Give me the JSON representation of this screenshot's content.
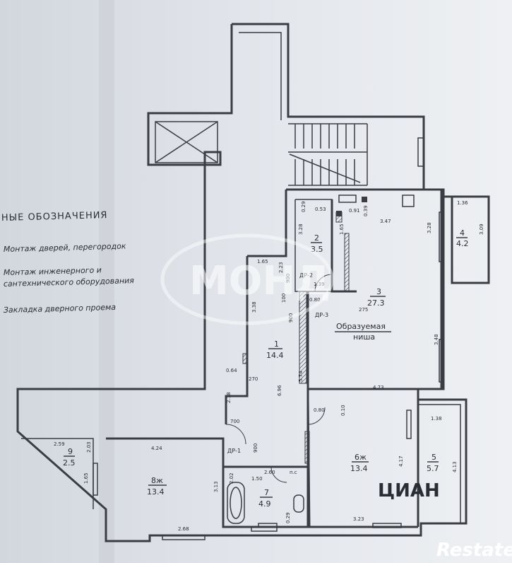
{
  "legend": {
    "title": "НЫЕ ОБОЗНАЧЕНИЯ",
    "items": [
      "Монтаж дверей, перегородок",
      "Монтаж инженерного и",
      "сантехнического оборудования",
      "Закладка дверного проема"
    ]
  },
  "rooms": [
    {
      "no": "1",
      "area": "14.4"
    },
    {
      "no": "2",
      "area": "3.5"
    },
    {
      "no": "3",
      "area": "27.3"
    },
    {
      "no": "4",
      "area": "4.2"
    },
    {
      "no": "5",
      "area": "5.7"
    },
    {
      "no": "6ж",
      "area": "13.4"
    },
    {
      "no": "7",
      "area": "4.9"
    },
    {
      "no": "8ж",
      "area": "13.4"
    },
    {
      "no": "9",
      "area": "2.5"
    }
  ],
  "niche_label": [
    "Образуемая",
    "ниша"
  ],
  "doors": {
    "dr1": "ДР-1",
    "dr2": "ДР-2",
    "dr3": "ДР-3"
  },
  "dims": {
    "r2_a": "0.29",
    "r2_b": "0.53",
    "r2_c": "3.28",
    "r2_d": "1.65",
    "r3_a": "0.91",
    "r3_b": "0.39",
    "r3_c": "3.47",
    "r3_d": "3.28",
    "r3_e": "3.48",
    "r3_f": "4.73",
    "r3_g": "275",
    "r4_a": "1.36",
    "r4_b": "3.09",
    "r1_a": "1.65",
    "r1_b": "2.23",
    "r1_c": "3.38",
    "r1_d": "1.39",
    "r1_e": "0.80",
    "r1_f": "0.64",
    "r1_g": "270",
    "r1_h": "6.96",
    "r1_i": "5.74",
    "r1_j": "2.18",
    "r1_k": "700",
    "r1_l": "900",
    "r1_m": "900",
    "r1_n": "100",
    "r1_o": "900",
    "r6_a": "0.80",
    "r6_b": "0.10",
    "r6_c": "4.17",
    "r6_d": "3.23",
    "r5_a": "1.38",
    "r5_b": "4.13",
    "r7_a": "2.60",
    "r7_b": "2.02",
    "r7_c": "1.50",
    "r7_d": "0.29",
    "r8_a": "4.24",
    "r8_b": "3.13",
    "r8_c": "2.68",
    "r9_a": "2.59",
    "r9_b": "2.03",
    "r9_c": "1.65",
    "ps": "п.с"
  },
  "watermark": "МОНД",
  "brand": "Restate",
  "cian": "ЦИАН"
}
